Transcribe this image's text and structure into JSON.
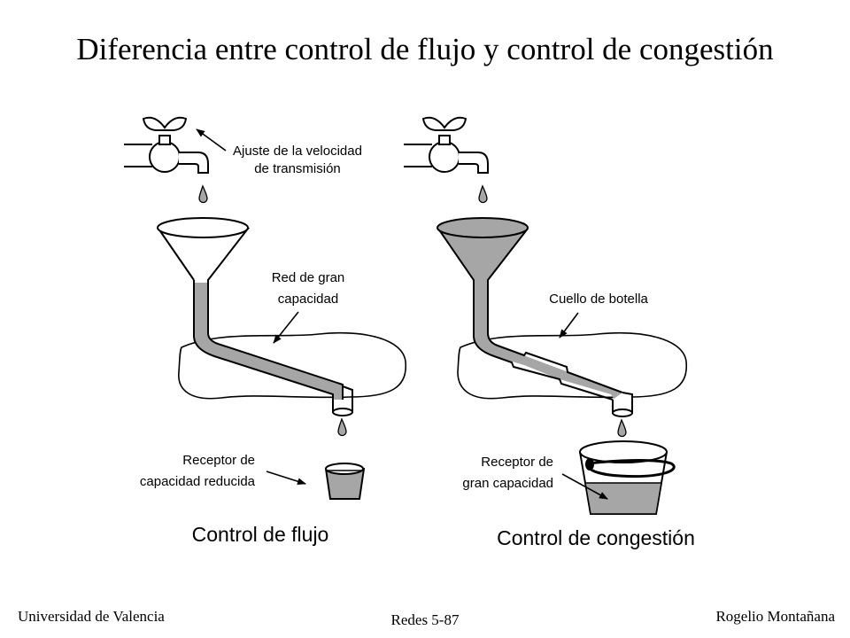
{
  "slide": {
    "title": "Diferencia entre control de flujo y control de congestión",
    "footer_left": "Universidad de Valencia",
    "footer_center": "Redes 5-87",
    "footer_right": "Rogelio Montañana"
  },
  "diagram": {
    "left": {
      "tap_label_line1": "Ajuste de la velocidad",
      "tap_label_line2": "de transmisión",
      "network_label_line1": "Red de gran",
      "network_label_line2": "capacidad",
      "receiver_label_line1": "Receptor de",
      "receiver_label_line2": "capacidad reducida",
      "caption": "Control de flujo"
    },
    "right": {
      "network_label": "Cuello de botella",
      "receiver_label_line1": "Receptor de",
      "receiver_label_line2": "gran capacidad",
      "caption": "Control de congestión"
    },
    "colors": {
      "water": "#a6a6a6",
      "stroke": "#000000"
    }
  }
}
